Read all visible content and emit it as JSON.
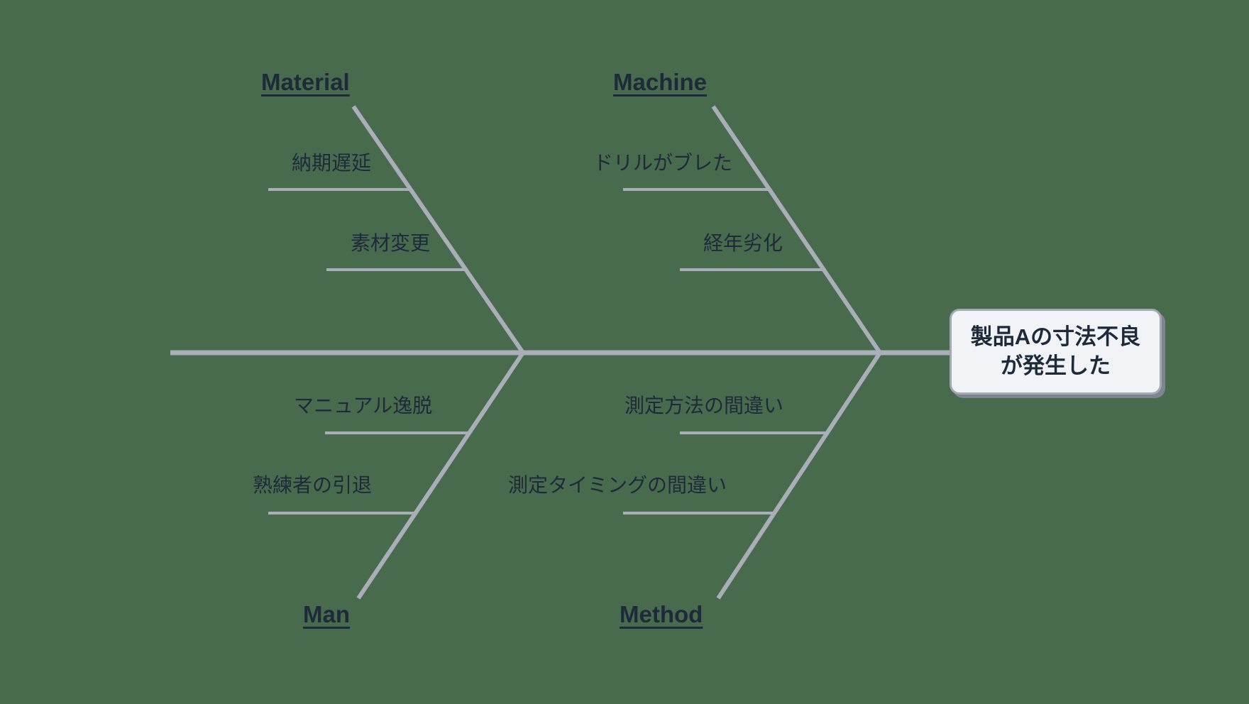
{
  "diagram": {
    "type": "fishbone",
    "problem": {
      "line1": "製品Aの寸法不良",
      "line2": "が発生した"
    },
    "categories": [
      {
        "name": "Material",
        "position": "top-left",
        "causes": [
          "納期遅延",
          "素材変更"
        ]
      },
      {
        "name": "Machine",
        "position": "top-right",
        "causes": [
          "ドリルがブレた",
          "経年劣化"
        ]
      },
      {
        "name": "Man",
        "position": "bottom-left",
        "causes": [
          "マニュアル逸脱",
          "熟練者の引退"
        ]
      },
      {
        "name": "Method",
        "position": "bottom-right",
        "causes": [
          "測定方法の間違い",
          "測定タイミングの間違い"
        ]
      }
    ],
    "colors": {
      "background": "#486b4e",
      "line": "#a9aeb8",
      "text": "#1e2a3a",
      "head_fill": "#f2f3f6",
      "head_border": "#a3a8b2",
      "head_shadow": "#7f8590"
    }
  }
}
